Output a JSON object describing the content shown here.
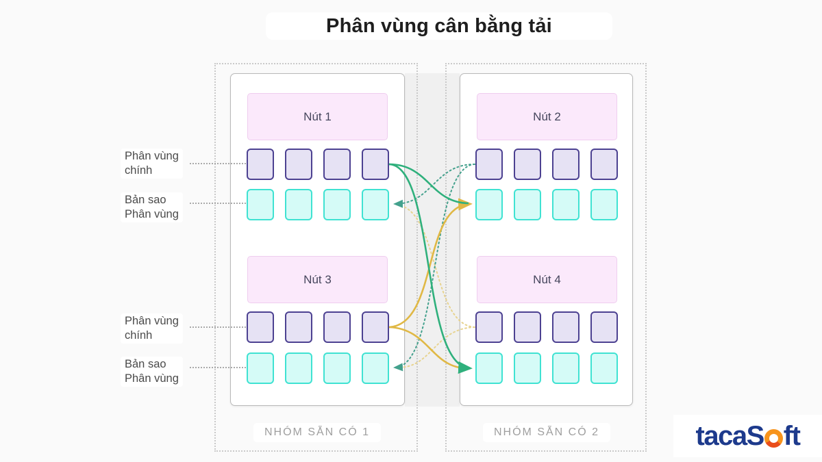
{
  "title": "Phân vùng cân bằng tải",
  "diagram": {
    "partitions_per_node": 4,
    "groups": [
      {
        "name": "NHÓM SẴN CÓ 1",
        "nodes": [
          {
            "label": "Nút 1"
          },
          {
            "label": "Nút 3"
          }
        ]
      },
      {
        "name": "NHÓM SẴN CÓ 2",
        "nodes": [
          {
            "label": "Nút 2"
          },
          {
            "label": "Nút 4"
          }
        ]
      }
    ],
    "side_labels": [
      {
        "line1": "Phân vùng",
        "line2": "chính"
      },
      {
        "line1": "Bản sao",
        "line2": "Phân vùng"
      },
      {
        "line1": "Phân vùng",
        "line2": "chính"
      },
      {
        "line1": "Bản sao",
        "line2": "Phân vùng"
      }
    ],
    "colors": {
      "primary_partition_fill": "#e6e2f4",
      "primary_partition_border": "#4c4191",
      "replica_partition_fill": "#d5fbf7",
      "replica_partition_border": "#3fe2d2",
      "node_box_fill": "#fbe9fb",
      "node_box_border": "#efcdef",
      "arrow_solid_green": "#2fb07c",
      "arrow_solid_yellow": "#e0b845",
      "arrow_dashed_teal": "#44a18d",
      "arrow_dotted_yellow": "#e7d38f"
    }
  },
  "logo": {
    "prefix": "tacaS",
    "suffix": "ft",
    "navy": "#1d3a8c",
    "orange": "#f7941d"
  }
}
